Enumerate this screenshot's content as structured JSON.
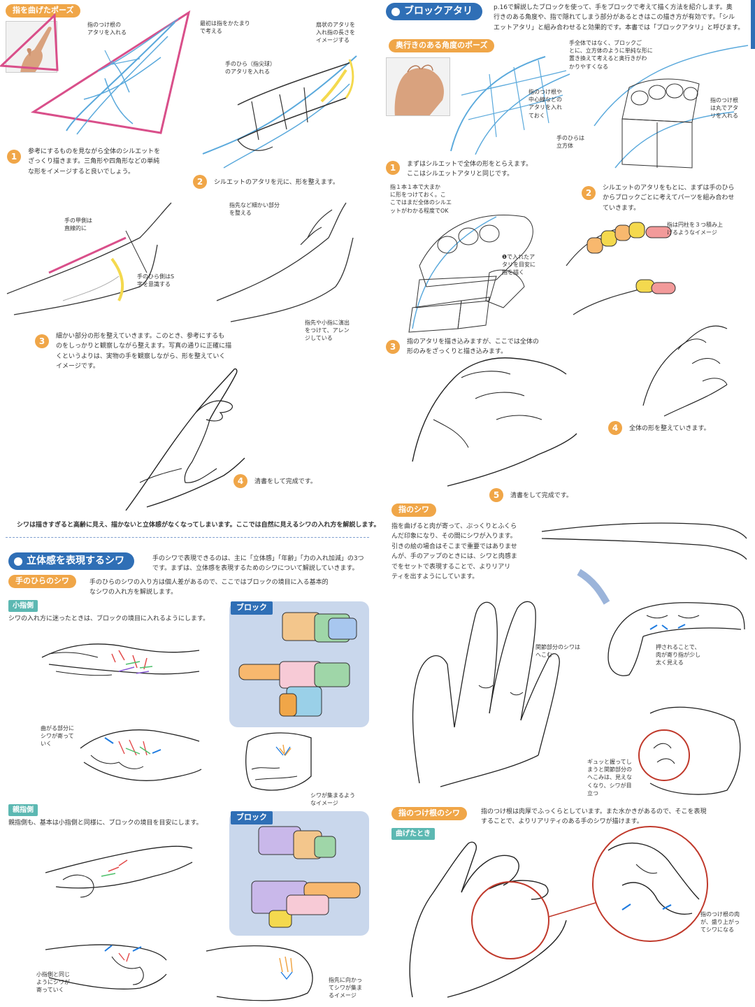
{
  "colors": {
    "orange": "#f0a648",
    "teal": "#5cb8b2",
    "blue": "#2f6fb6",
    "pink": "#d94f8a",
    "sketch_blue": "#5aa9dc",
    "red": "#c0392b",
    "panel": "#c9d7ec",
    "yellow": "#f4d94e",
    "arrow": "#9bb4da"
  },
  "left": {
    "section1": {
      "tag": "指を曲げたポーズ",
      "notes": {
        "base": "指のつけ根の\nアタリを入れる",
        "mass": "最初は指をかたまり\nで考える",
        "fan": "扇状のアタリを\n入れ指の長さを\nイメージする",
        "palm": "手のひら（指尖球）\nのアタリを入れる",
        "back": "手の甲側は\n直線的に",
        "s_curve": "手のひら側はS\n字を意識する",
        "details": "指先など細かい部分\nを整える",
        "tips": "指先や小指に演出\nをつけて、アレン\nジしている"
      },
      "steps": [
        {
          "num": "1",
          "text": "参考にするものを見ながら全体のシルエットを\nざっくり描きます。三角形や四角形などの単純\nな形をイメージすると良いでしょう。"
        },
        {
          "num": "2",
          "text": "シルエットのアタリを元に、形を整えます。"
        },
        {
          "num": "3",
          "text": "細かい部分の形を整えていきます。このとき、参考にするも\nのをしっかりと観察しながら整えます。写真の通りに正確に描\nくというよりは、実物の手を観察しながら、形を整えていく\nイメージです。"
        },
        {
          "num": "4",
          "text": "清書をして完成です。"
        }
      ]
    },
    "wrinkle_intro": "シワは描きすぎると高齢に見え、描かないと立体感がなくなってしまいます。ここでは自然に見えるシワの入れ方を解説します。",
    "section2": {
      "header": "立体感を表現するシワ",
      "intro": "手のシワで表現できるのは、主に「立体感」「年齢」「力の入れ加減」の3つ\nです。まずは、立体感を表現するためのシワについて解説していきます。",
      "palm_tag": "手のひらのシワ",
      "palm_text": "手のひらのシワの入り方は個人差があるので、ここではブロックの境目に入る基本的\nなシワの入れ方を解説します。",
      "pinky": {
        "tag": "小指側",
        "text": "シワの入れ方に迷ったときは、ブロックの境目に入れるようにします。",
        "note1": "曲がる部分に\nシワが寄って\nいく",
        "note2": "シワが集まるよう\nなイメージ"
      },
      "block_label": "ブロック",
      "thumb": {
        "tag": "親指側",
        "text": "親指側も、基本は小指側と同様に、ブロックの境目を目安にします。",
        "note1": "小指側と同じ\nようにシワが\n寄っていく",
        "note2": "指先に向かっ\nてシワが集ま\nるイメージ"
      }
    }
  },
  "right": {
    "section1": {
      "header": "ブロックアタリ",
      "intro": "p.16で解説したブロックを使って、手をブロックで考えて描く方法を紹介します。奥\n行きのある角度や、指で隠れてしまう部分があるときはこの描き方が有効です。「シル\nエットアタリ」と組み合わせると効果的です。本書では「ブロックアタリ」と呼びます。",
      "tag": "奥行きのある角度のポーズ",
      "notes": {
        "center": "指のつけ根や\n中心線などの\nアタリを入れ\nておく",
        "palm_box": "手のひらは\n立方体",
        "whole": "手全体ではなく、ブロックご\nとに、立方体のように単純な形に\n置き換えて考えると奥行きがわ\nかりやすくなる",
        "finger_base": "指のつけ根\nは丸でアタ\nリを入れる",
        "rough": "指１本１本で大まか\nに形をつけておく。こ\nこではまだ全体のシルエ\nットがわかる程度でOK",
        "guide": "❶で入れたア\nタリを目安に\n指を描く",
        "stack": "指は円柱を３つ積み上\nげるようなイメージ"
      },
      "steps": [
        {
          "num": "1",
          "text": "まずはシルエットで全体の形をとらえます。\nここはシルエットアタリと同じです。"
        },
        {
          "num": "2",
          "text": "シルエットのアタリをもとに、まずは手のひら\nからブロックごとに考えてパーツを組み合わせ\nていきます。"
        },
        {
          "num": "3",
          "text": "指のアタリを描き込みますが、ここでは全体の\n形のみをざっくりと描き込みます。"
        },
        {
          "num": "4",
          "text": "全体の形を整えていきます。"
        },
        {
          "num": "5",
          "text": "清書をして完成です。"
        }
      ]
    },
    "finger_wrinkle": {
      "tag": "指のシワ",
      "text": "指を曲げると肉が寄って、ぷっくりとふくら\nんだ印象になり、その間にシワが入ります。\n引きの絵の場合はそこまで重要ではありませ\nんが、手のアップのときには、シワと肉感ま\nでをセットで表現することで、よりリアリ\nティを出すようにしています。",
      "note_joint": "関節部分のシワは\nへこむ",
      "note_push": "押されることで、\n肉が寄り指が少し\n太く見える",
      "note_grip": "ギュッと握ってし\nまうと関節部分の\nへこみは、見えな\nくなり、シワが目\n立つ"
    },
    "base_wrinkle": {
      "tag": "指のつけ根のシワ",
      "text": "指のつけ根は肉厚でふっくらとしています。また水かきがあるので、そこを表現\nすることで、よりリアリティのある手のシワが描けます。",
      "bent_tag": "曲げたとき",
      "note": "指のつけ根の肉\nが、盛り上がっ\nてシワになる"
    }
  }
}
